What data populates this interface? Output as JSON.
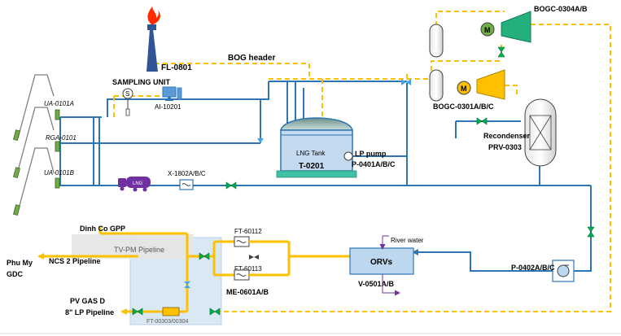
{
  "labels": {
    "flare": "FL-0801",
    "bog_header": "BOG header",
    "sampling_unit": "SAMPLING UNIT",
    "sampling_s": "S",
    "analyzer": "AI-10201",
    "arm_a": "UA-0101A",
    "arm_rga": "RGA-0101",
    "arm_b": "UA-0101B",
    "lng_tank": "LNG Tank",
    "tank_tag": "T-0201",
    "lp_pump": "LP pump",
    "lp_pump_tag": "P-0401A/B/C",
    "truck_text": "LNG",
    "truck_loading": "X-1802A/B/C",
    "bogc_0304": "BOGC-0304A/B",
    "bogc_0301": "BOGC-0301A/B/C",
    "motor_m": "M",
    "recondenser": "Recondenser",
    "recondenser_tag": "PRV-0303",
    "ft_60112": "FT-60112",
    "ft_60113": "FT-60113",
    "metering": "ME-0601A/B",
    "river_water": "River water",
    "orvs": "ORVs",
    "orv_tag": "V-0501A/B",
    "hp_pump": "P-0402A/B/C",
    "dinh_co": "Dinh Co GPP",
    "tv_pm": "TV-PM Pipeline",
    "ncs2": "NCS 2 Pipeline",
    "phu_my_1": "Phu My",
    "phu_my_2": "GDC",
    "pv_gas_1": "PV GAS D",
    "pv_gas_2": "8\" LP Pipeline",
    "ft_00303": "FT-00303/00304"
  },
  "colors": {
    "lng_line": "#2e75b6",
    "gas_line": "#ffc000",
    "bog_line": "#ffc000",
    "valve": "#00b050",
    "flare_stack": "#2f5597",
    "flame": "#ff2a00",
    "compressor_top": "#23b07a",
    "compressor_bottom": "#ffc000",
    "tank_fill": "#c5d9ef",
    "tank_base": "#3fc1a5",
    "truck": "#7030a0",
    "orv_fill": "#bdd7ee",
    "pipeline_area": "#dae8f3",
    "tv_pm_band": "#e4e4e4",
    "river_water": "#7030a0"
  }
}
